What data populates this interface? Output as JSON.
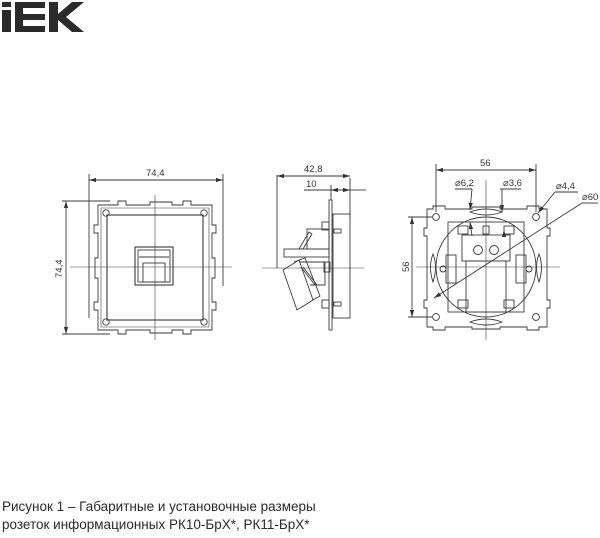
{
  "logo": {
    "text": "IEK",
    "color": "#2b2b2b"
  },
  "views": {
    "front": {
      "width_dim": "74,4",
      "height_dim": "74,4"
    },
    "side": {
      "depth_dim": "42,8",
      "front_dim": "10"
    },
    "back": {
      "width_dim": "56",
      "height_dim": "56",
      "hole1_dim": "⌀6,2",
      "hole2_dim": "⌀3,6",
      "hole3_dim": "⌀4,4",
      "circle_dim": "⌀60"
    }
  },
  "caption": {
    "line1": "Рисунок 1 – Габаритные и установочные размеры",
    "line2": "розеток информационных РК10-БрХ*, РК11-БрХ*"
  },
  "colors": {
    "line": "#3a3a3a",
    "background": "#ffffff"
  }
}
